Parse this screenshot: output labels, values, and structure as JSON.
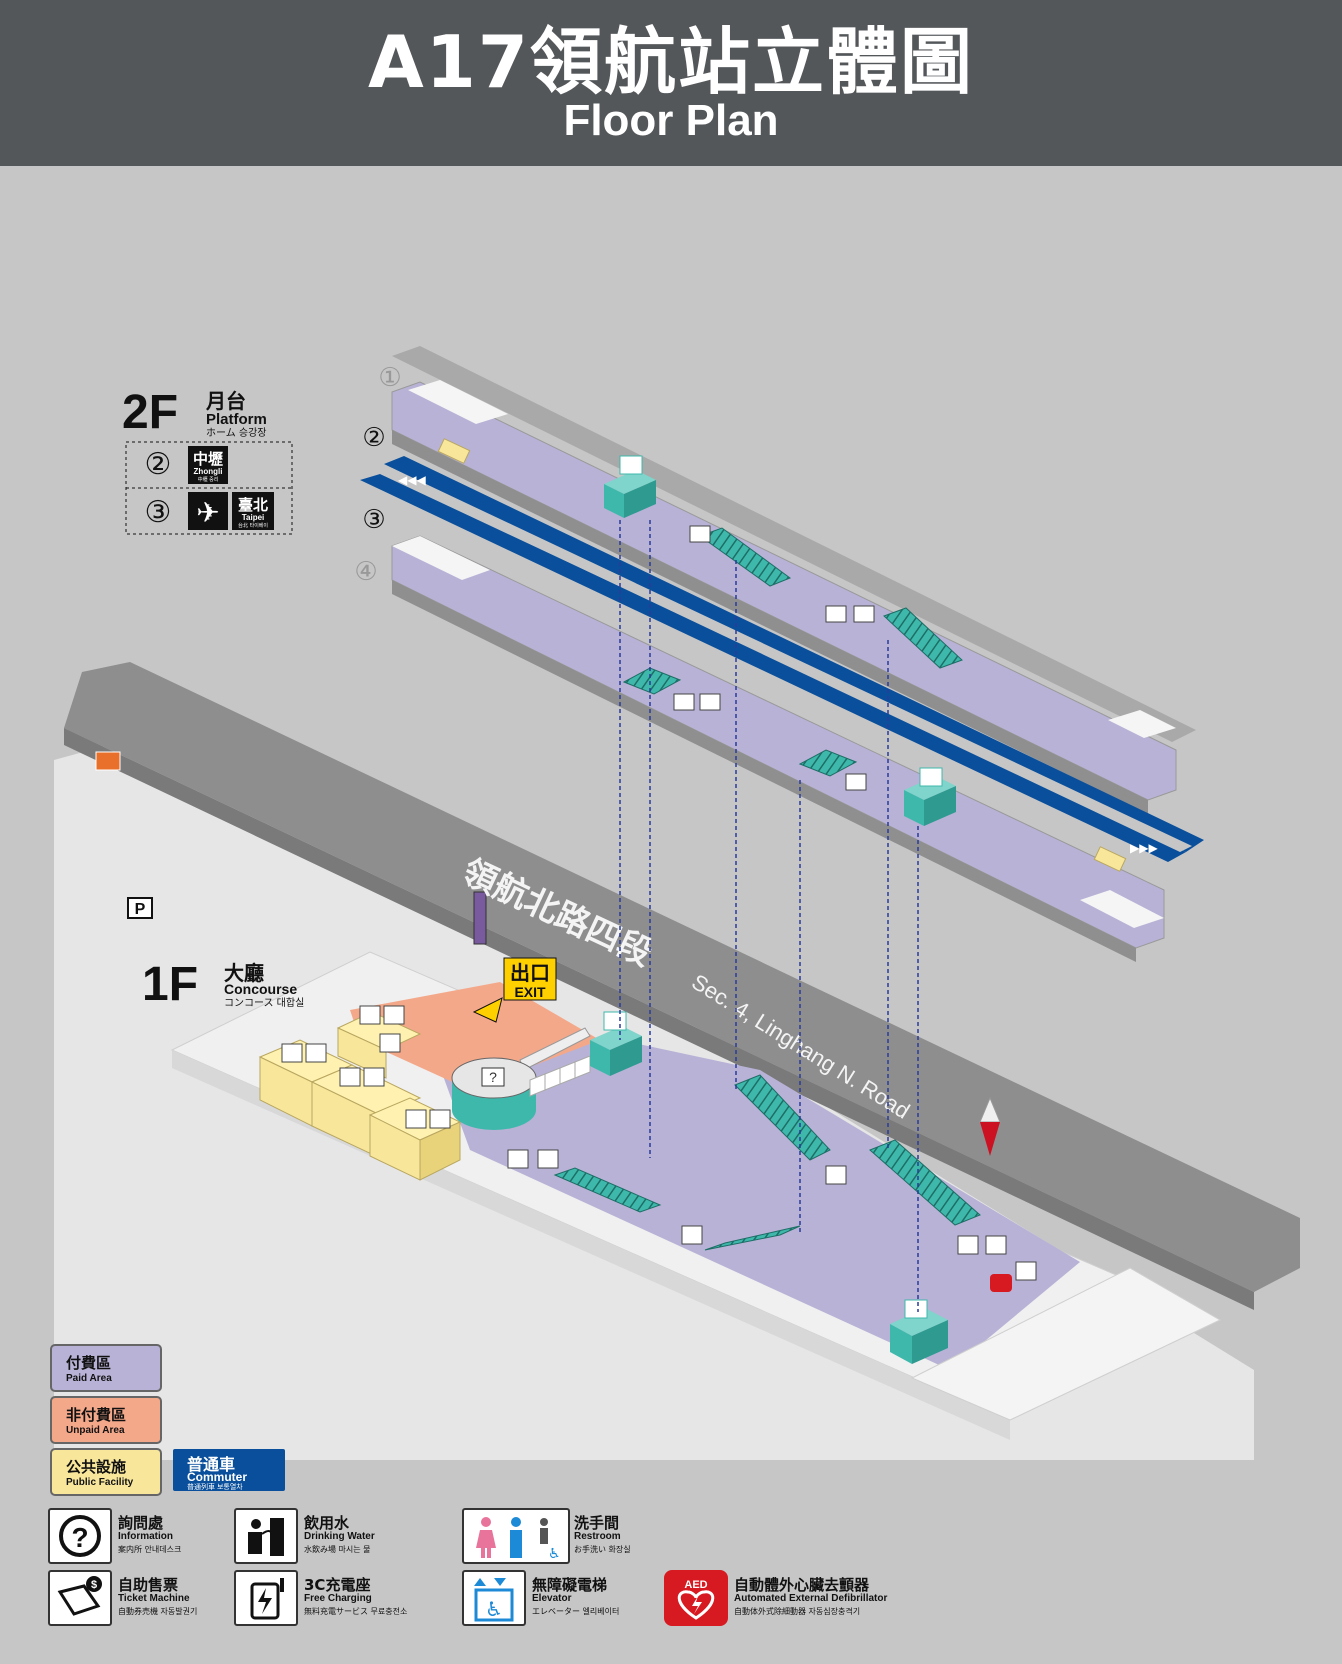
{
  "header": {
    "title_zh": "A17領航站立體圖",
    "title_en": "Floor Plan"
  },
  "platform_floor": {
    "level": "2F",
    "name_zh": "月台",
    "name_en": "Platform",
    "name_jp_ko": "ホーム 승강장",
    "route_box": [
      {
        "platform": "②",
        "dest_zh": "中壢",
        "dest_en": "Zhongli",
        "dest_sub": "中壢 중리"
      },
      {
        "platform": "③",
        "dest_zh": "臺北",
        "dest_en": "Taipei",
        "dest_sub": "台北 타이베이"
      }
    ],
    "platform_numbers": [
      "①",
      "②",
      "③",
      "④"
    ]
  },
  "concourse_floor": {
    "level": "1F",
    "name_zh": "大廳",
    "name_en": "Concourse",
    "name_jp_ko": "コンコース 대합실"
  },
  "exit": {
    "zh": "出口",
    "en": "EXIT"
  },
  "road": {
    "zh": "領航北路四段",
    "en": "Sec. 4, Linghang N. Road"
  },
  "parking": "P",
  "colors": {
    "paid": "#b8b2d6",
    "unpaid": "#f4a88a",
    "facility": "#f8e79b",
    "commuter": "#0a4f9c",
    "track": "#0a4f9c",
    "elevator": "#3fb8ac",
    "ground": "#e8e8e8",
    "road": "#8c8c8c",
    "aed": "#d71921"
  },
  "legend": {
    "paid": {
      "zh": "付費區",
      "en": "Paid Area"
    },
    "unpaid": {
      "zh": "非付費區",
      "en": "Unpaid Area"
    },
    "facility": {
      "zh": "公共設施",
      "en": "Public Facility"
    },
    "commuter": {
      "zh": "普通車",
      "en": "Commuter",
      "sub": "普通列車 보통열차"
    },
    "items": [
      {
        "icon": "information-icon",
        "zh": "詢問處",
        "en": "Information",
        "sub": "案内所 안내데스크"
      },
      {
        "icon": "drinking-water-icon",
        "zh": "飲用水",
        "en": "Drinking Water",
        "sub": "水飲み場 마시는 물"
      },
      {
        "icon": "restroom-icon",
        "zh": "洗手間",
        "en": "Restroom",
        "sub": "お手洗い 화장실"
      },
      {
        "icon": "ticket-machine-icon",
        "zh": "自助售票",
        "en": "Ticket Machine",
        "sub": "自動券売機 자동발권기"
      },
      {
        "icon": "charging-icon",
        "zh": "3C充電座",
        "en": "Free Charging",
        "sub": "無料充電サービス 무료충전소"
      },
      {
        "icon": "elevator-icon",
        "zh": "無障礙電梯",
        "en": "Elevator",
        "sub": "エレベーター 엘리베이터"
      },
      {
        "icon": "aed-icon",
        "zh": "自動體外心臟去顫器",
        "en": "Automated External Defibrillator",
        "sub": "自動体外式除細動器 자동심장충격기",
        "badge": "AED"
      }
    ]
  }
}
